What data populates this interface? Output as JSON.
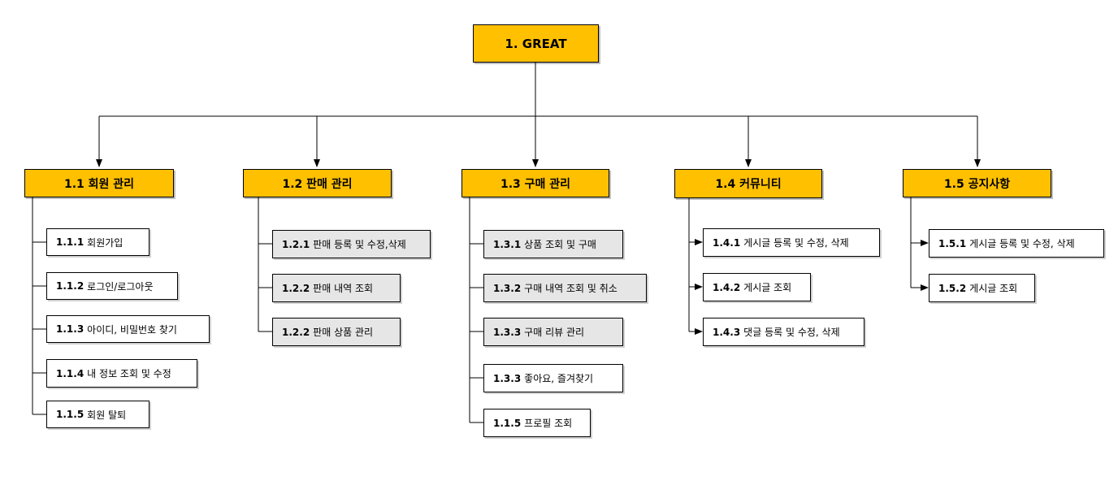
{
  "colors": {
    "header_fill": "#FFC000",
    "gray_fill": "#E7E6E6",
    "white_fill": "#FFFFFF",
    "line": "#000000"
  },
  "root": {
    "label": "1. GREAT"
  },
  "columns": [
    {
      "label": "1.1 회원 관리",
      "children": [
        {
          "num": "1.1.1",
          "text": "회원가입",
          "fill": "white"
        },
        {
          "num": "1.1.2",
          "text": "로그인/로그아웃",
          "fill": "white"
        },
        {
          "num": "1.1.3",
          "text": "아이디, 비밀번호 찾기",
          "fill": "white"
        },
        {
          "num": "1.1.4",
          "text": "내 정보 조회 및 수정",
          "fill": "white"
        },
        {
          "num": "1.1.5",
          "text": "회원 탈퇴",
          "fill": "white"
        }
      ]
    },
    {
      "label": "1.2 판매 관리",
      "children": [
        {
          "num": "1.2.1",
          "text": "판매 등록 및 수정,삭제",
          "fill": "gray"
        },
        {
          "num": "1.2.2",
          "text": "판매 내역 조회",
          "fill": "gray"
        },
        {
          "num": "1.2.2",
          "text": "판매 상품 관리",
          "fill": "gray"
        }
      ]
    },
    {
      "label": "1.3 구매 관리",
      "children": [
        {
          "num": "1.3.1",
          "text": "상품 조회 및 구매",
          "fill": "gray"
        },
        {
          "num": "1.3.2",
          "text": "구매 내역 조회 및 취소",
          "fill": "gray"
        },
        {
          "num": "1.3.3",
          "text": "구매 리뷰 관리",
          "fill": "gray"
        },
        {
          "num": "1.3.3",
          "text": "좋아요, 즐겨찾기",
          "fill": "white"
        },
        {
          "num": "1.1.5",
          "text": "프로필 조회",
          "fill": "white"
        }
      ]
    },
    {
      "label": "1.4 커뮤니티",
      "children": [
        {
          "num": "1.4.1",
          "text": "게시글 등록 및 수정, 삭제",
          "fill": "white"
        },
        {
          "num": "1.4.2",
          "text": "게시글 조회",
          "fill": "white"
        },
        {
          "num": "1.4.3",
          "text": "댓글 등록 및 수정, 삭제",
          "fill": "white"
        }
      ]
    },
    {
      "label": "1.5 공지사항",
      "children": [
        {
          "num": "1.5.1",
          "text": "게시글 등록 및 수정, 삭제",
          "fill": "white"
        },
        {
          "num": "1.5.2",
          "text": "게시글 조회",
          "fill": "white"
        }
      ]
    }
  ]
}
